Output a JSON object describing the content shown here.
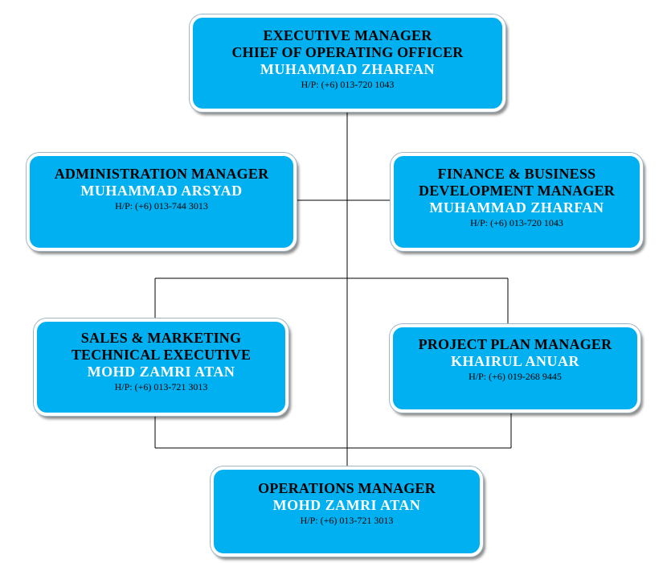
{
  "nodes": {
    "ceo": {
      "title_line1": "EXECUTIVE MANAGER",
      "title_line2": "CHIEF OF OPERATING OFFICER",
      "name": "MUHAMMAD ZHARFAN",
      "phone": "H/P: (+6) 013-720 1043"
    },
    "admin": {
      "title_line1": "ADMINISTRATION MANAGER",
      "name": "MUHAMMAD ARSYAD",
      "phone": "H/P: (+6) 013-744 3013"
    },
    "finance": {
      "title_line1": "FINANCE & BUSINESS",
      "title_line2": "DEVELOPMENT MANAGER",
      "name": "MUHAMMAD ZHARFAN",
      "phone": "H/P: (+6) 013-720 1043"
    },
    "sales": {
      "title_line1": "SALES & MARKETING",
      "title_line2": "TECHNICAL EXECUTIVE",
      "name": "MOHD ZAMRI ATAN",
      "phone": "H/P: (+6) 013-721 3013"
    },
    "project": {
      "title_line1": "PROJECT PLAN MANAGER",
      "name": "KHAIRUL ANUAR",
      "phone": "H/P: (+6) 019-268 9445"
    },
    "ops": {
      "title_line1": "OPERATIONS MANAGER",
      "name": "MOHD ZAMRI ATAN",
      "phone": "H/P: (+6) 013-721 3013"
    }
  },
  "colors": {
    "box_fill": "#00b0f0",
    "name_text": "#ffffff",
    "title_text": "#000000",
    "connector": "#000000"
  }
}
